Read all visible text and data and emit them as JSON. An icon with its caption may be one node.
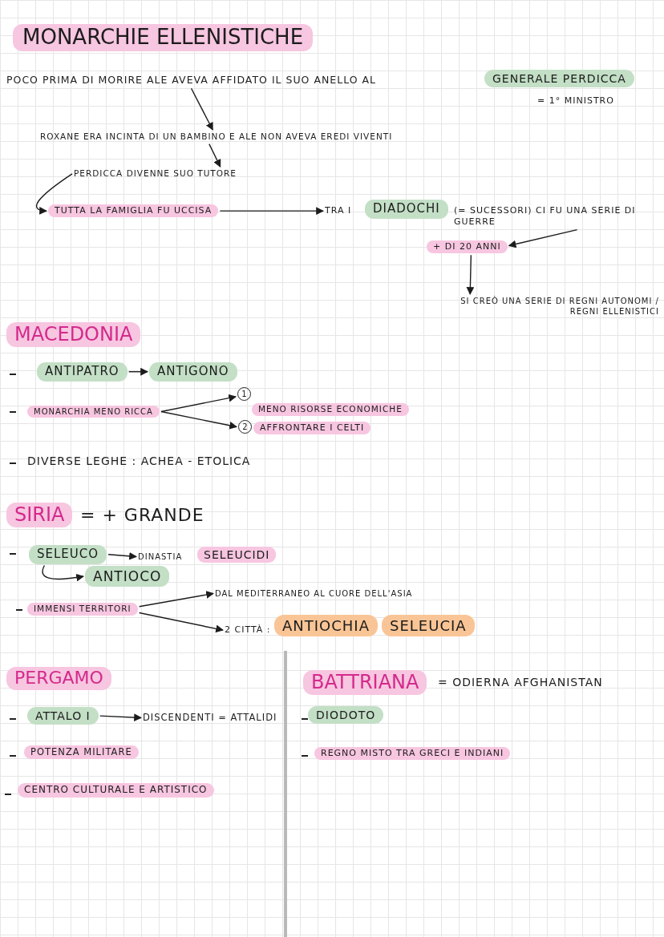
{
  "diagram": {
    "title": "MONARCHIE ELLENISTICHE",
    "nodes": [
      {
        "text": [
          "POCO PRIMA DI MORIRE ALE AVEVA AFFIDATO IL SUO ANELLO AL"
        ]
      },
      {
        "text": [
          "GENERALE PERDICCA"
        ],
        "beside": [
          "= 1° MINISTRO"
        ]
      },
      {
        "text": [
          "ROXANE ERA INCINTA DI UN BAMBINO E ALE NON AVEVA EREDI VIVENTI"
        ]
      },
      {
        "text": [
          "PERDICCA DIVENNE SUO TUTORE"
        ]
      },
      {
        "text": [
          "TUTTA LA FAMIGLIA FU UCCISA"
        ]
      },
      {
        "text": [
          "TRA I"
        ]
      },
      {
        "text": [
          "DIADOCHI"
        ]
      },
      {
        "text": [
          "(= SUCESSORI) CI FU UNA SERIE DI GUERRE"
        ]
      },
      {
        "text": [
          "+ DI 20 ANNI"
        ]
      },
      {
        "text": [
          "SI CREÒ UNA SERIE DI REGNI AUTONOMI / REGNI ELLENISTICI"
        ]
      },
      {
        "text": [
          "MACEDONIA"
        ]
      },
      {
        "text": [
          "ANTIPATRO"
        ]
      },
      {
        "text": [
          "ANTIGONO"
        ]
      },
      {
        "text": [
          "MONARCHIA MENO RICCA"
        ]
      },
      {
        "text": [
          "1"
        ]
      },
      {
        "text": [
          "MENO RISORSE ECONOMICHE"
        ]
      },
      {
        "text": [
          "2"
        ]
      },
      {
        "text": [
          "AFFRONTARE I CELTI"
        ]
      },
      {
        "text": [
          "SIRIA"
        ],
        "beside": [
          "= + GRANDE"
        ]
      },
      {
        "text": [
          "SELEUCO"
        ]
      },
      {
        "text": [
          "DINASTIA"
        ]
      },
      {
        "text": [
          "SELEUCIDI"
        ]
      },
      {
        "text": [
          "ANTIOCO"
        ]
      },
      {
        "text": [
          "IMMENSI TERRITORI"
        ]
      },
      {
        "text": [
          "DAL MEDITERRANEO AL CUORE DELL'ASIA"
        ]
      },
      {
        "text": [
          "2 CITTÀ :"
        ]
      },
      {
        "text": [
          "ANTIOCHIA"
        ]
      },
      {
        "text": [
          "SELEUCIA"
        ]
      },
      {
        "text": [
          "PERGAMO"
        ]
      },
      {
        "text": [
          "ATTALO I"
        ]
      },
      {
        "text": [
          "DISCENDENTI = ATTALIDI"
        ]
      },
      {
        "text": [
          "POTENZA MILITARE"
        ]
      },
      {
        "text": [
          "CENTRO CULTURALE E ARTISTICO"
        ]
      },
      {
        "text": [
          "BATTRIANA"
        ],
        "beside": [
          "= ODIERNA AFGHANISTAN"
        ]
      },
      {
        "text": [
          "DIODOTO"
        ]
      },
      {
        "text": [
          "REGNO MISTO TRA GRECI E INDIANI"
        ]
      }
    ],
    "edges": [
      {
        "from": 0,
        "to": 2,
        "arrow": "to"
      },
      {
        "from": 2,
        "to": 3,
        "arrow": "to"
      },
      {
        "from": 3,
        "to": 4,
        "arrow": "to"
      },
      {
        "from": 4,
        "to": 5,
        "arrow": "to"
      },
      {
        "from": 7,
        "to": 8,
        "arrow": "to"
      },
      {
        "from": 8,
        "to": 9,
        "arrow": "to"
      },
      {
        "from": 11,
        "to": 12,
        "arrow": "to"
      },
      {
        "from": 13,
        "to": 14,
        "arrow": "to"
      },
      {
        "from": 13,
        "to": 16,
        "arrow": "to"
      },
      {
        "from": 19,
        "to": 20,
        "arrow": "to"
      },
      {
        "from": 19,
        "to": 22,
        "arrow": "to"
      },
      {
        "from": 23,
        "to": 24,
        "arrow": "to"
      },
      {
        "from": 23,
        "to": 25,
        "arrow": "to"
      },
      {
        "from": 29,
        "to": 30,
        "arrow": "to"
      }
    ],
    "labels": [
      "DIVERSE LEGHE : ACHEA - ETOLICA"
    ]
  }
}
